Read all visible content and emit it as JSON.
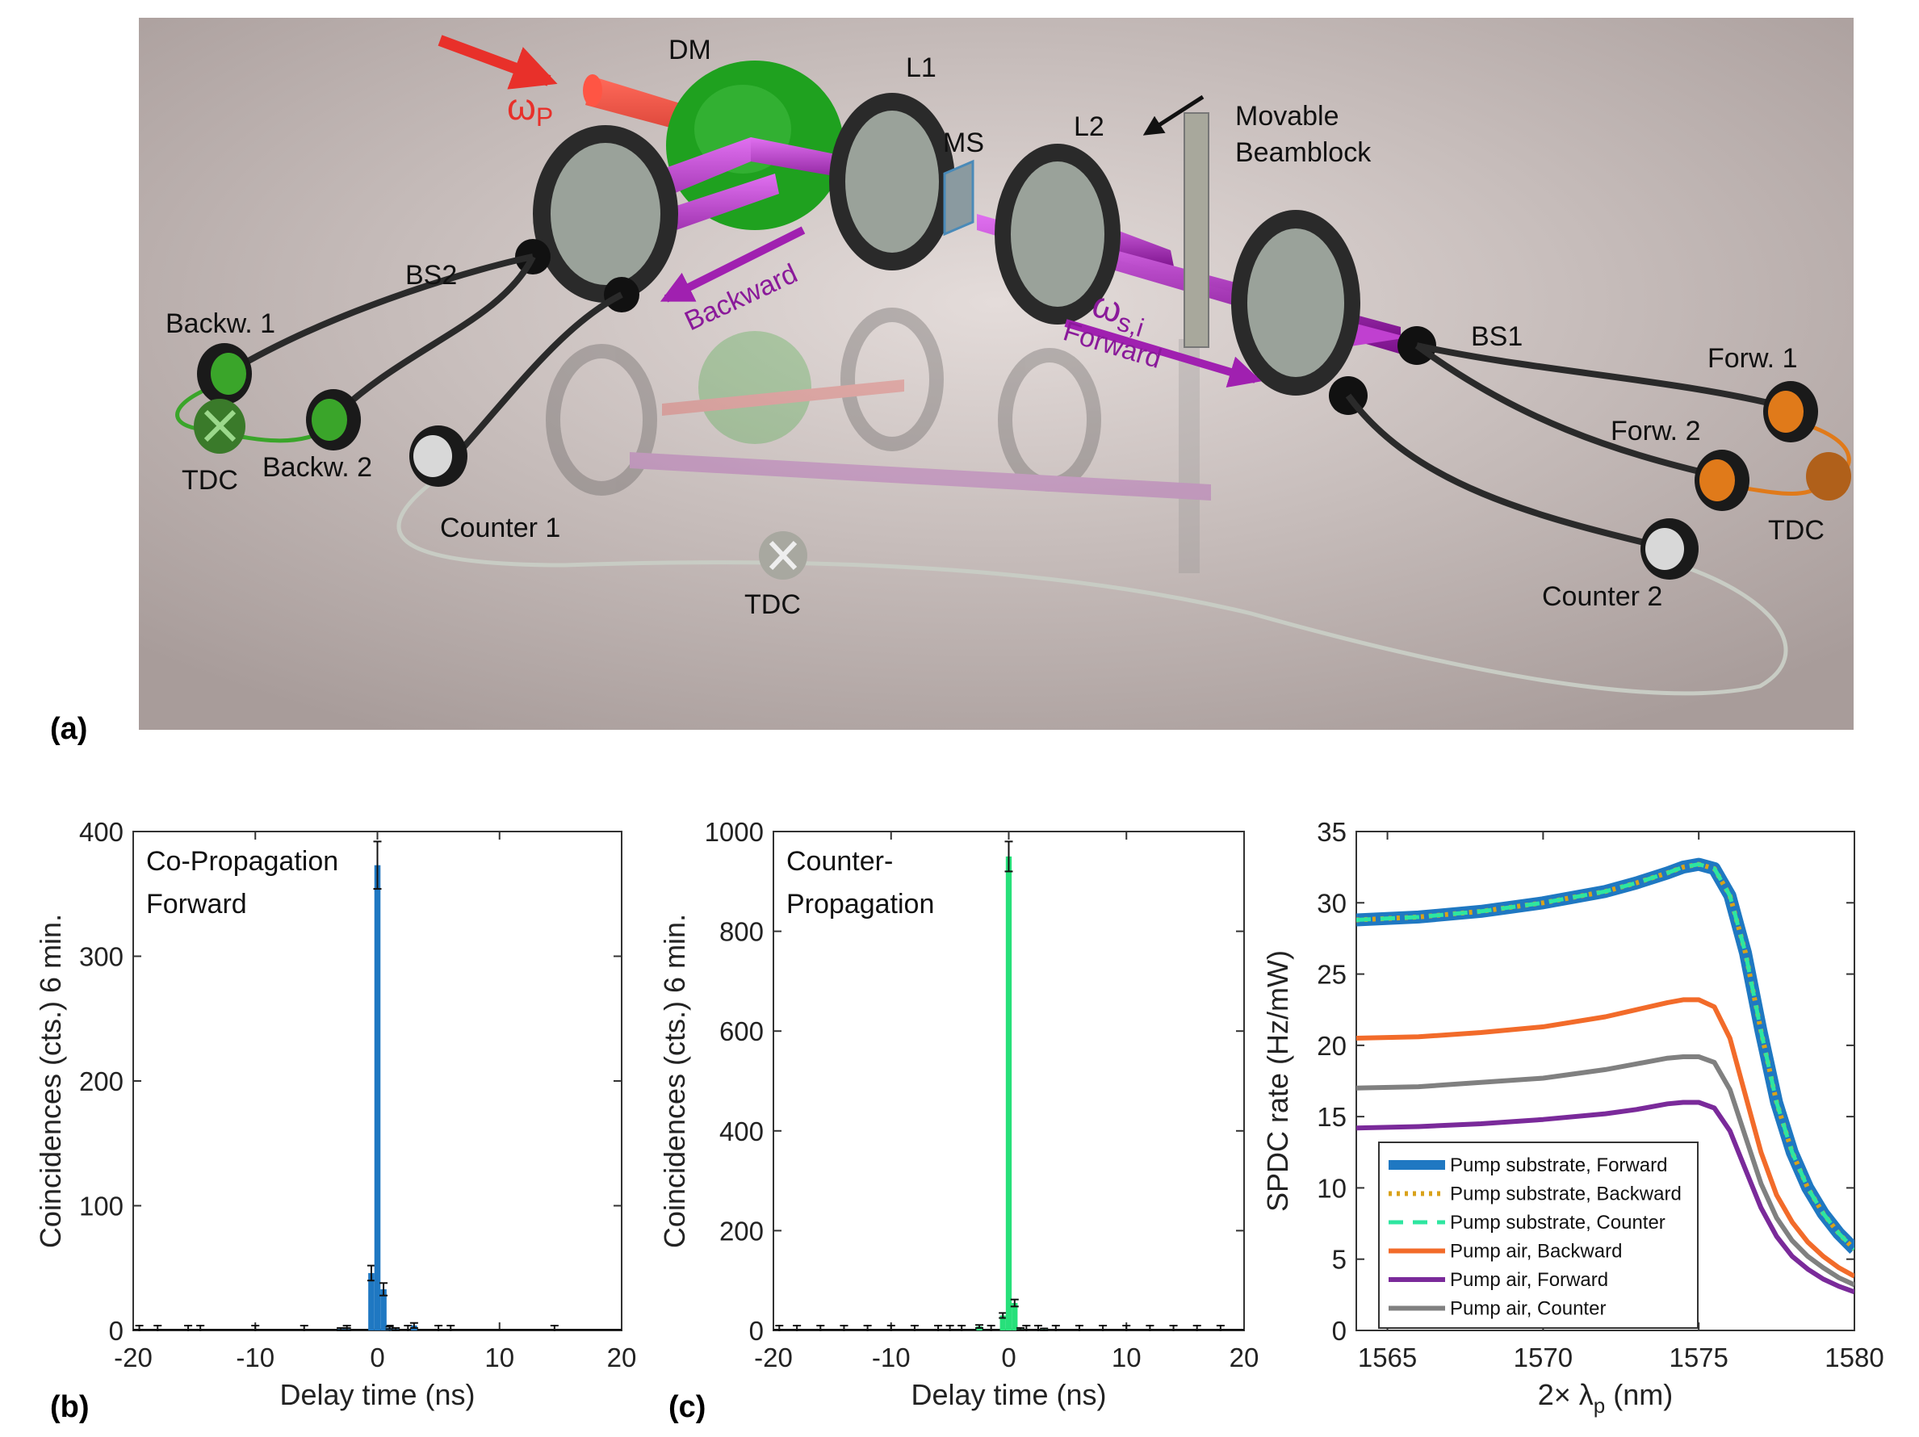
{
  "panel_a": {
    "letter": "(a)",
    "labels": {
      "dm": "DM",
      "l1": "L1",
      "l2": "L2",
      "ms": "MS",
      "movable": "Movable",
      "beamblock": "Beamblock",
      "bs1": "BS1",
      "bs2": "BS2",
      "backw1": "Backw. 1",
      "backw2": "Backw. 2",
      "forw1": "Forw. 1",
      "forw2": "Forw. 2",
      "counter1": "Counter 1",
      "counter2": "Counter 2",
      "tdc_left": "TDC",
      "tdc_right": "TDC",
      "tdc_mid": "TDC",
      "backward": "Backward",
      "forward": "Forward",
      "omega_p": "ω",
      "omega_p_sub": "P",
      "omega_si": "ω",
      "omega_si_sub": "s,i"
    },
    "colors": {
      "pump": "#e8302a",
      "photon": "#a020b0",
      "dm": "#1fa11f",
      "mount": "#1a1a1a",
      "green_det": "#3aa52a",
      "orange_det": "#e07a1a",
      "bg": "#c9bfbd"
    }
  },
  "panel_b": {
    "letter": "(b)"
  },
  "panel_c": {
    "letter": "(c)"
  },
  "chart_data": [
    {
      "type": "bar",
      "annotation": [
        "Co-Propagation",
        "Forward"
      ],
      "xlabel": "Delay time (ns)",
      "ylabel": "Coincidences (cts.) 6 min.",
      "xlim": [
        -20,
        20
      ],
      "ylim": [
        0,
        400
      ],
      "xticks": [
        -20,
        -10,
        0,
        10,
        20
      ],
      "yticks": [
        0,
        100,
        200,
        300,
        400
      ],
      "xtick_labels": [
        "-20",
        "-10",
        "0",
        "10",
        "20"
      ],
      "ytick_labels": [
        "0",
        "100",
        "200",
        "300",
        "400"
      ],
      "color": "#1f78c2",
      "bin_width": 0.5,
      "x": [
        -0.5,
        0,
        0.5,
        1,
        3,
        1.5,
        -3,
        -2.5
      ],
      "values": [
        46,
        373,
        33,
        2,
        4,
        1,
        1,
        1
      ],
      "errors": [
        6,
        19,
        5,
        1,
        2,
        1,
        1,
        1
      ],
      "baseline_points": [
        -19.5,
        -18,
        -15.5,
        -14.5,
        -10,
        -6,
        -2.5,
        1,
        2.5,
        5,
        6,
        14.5
      ]
    },
    {
      "type": "bar",
      "annotation": [
        "Counter-",
        "Propagation"
      ],
      "xlabel": "Delay time (ns)",
      "ylabel": "Coincidences (cts.) 6 min.",
      "xlim": [
        -20,
        20
      ],
      "ylim": [
        0,
        1000
      ],
      "xticks": [
        -20,
        -10,
        0,
        10,
        20
      ],
      "yticks": [
        0,
        200,
        400,
        600,
        800,
        1000
      ],
      "xtick_labels": [
        "-20",
        "-10",
        "0",
        "10",
        "20"
      ],
      "ytick_labels": [
        "0",
        "200",
        "400",
        "600",
        "800",
        "1000"
      ],
      "color": "#27e07a",
      "bin_width": 0.5,
      "x": [
        -2.5,
        -0.5,
        0,
        0.5,
        1,
        3
      ],
      "values": [
        8,
        30,
        950,
        55,
        3,
        2
      ],
      "errors": [
        3,
        5,
        30,
        7,
        2,
        2
      ],
      "baseline_points": [
        -19.5,
        -18,
        -16,
        -14,
        -12,
        -10,
        -8,
        -6,
        -5,
        -4,
        -1.5,
        1.5,
        2.5,
        4,
        6,
        8,
        10,
        12,
        14,
        16,
        18
      ]
    },
    {
      "type": "line",
      "xlabel": "2× λ",
      "xlabel_sub": "p",
      "xlabel_unit": " (nm)",
      "ylabel": "SPDC rate (Hz/mW)",
      "xlim": [
        1564,
        1580
      ],
      "ylim": [
        0,
        35
      ],
      "xticks": [
        1565,
        1570,
        1575,
        1580
      ],
      "yticks": [
        0,
        5,
        10,
        15,
        20,
        25,
        30,
        35
      ],
      "xtick_labels": [
        "1565",
        "1570",
        "1575",
        "1580"
      ],
      "ytick_labels": [
        "0",
        "5",
        "10",
        "15",
        "20",
        "25",
        "30",
        "35"
      ],
      "x": [
        1564,
        1566,
        1568,
        1570,
        1572,
        1573,
        1574,
        1574.5,
        1575,
        1575.5,
        1576,
        1576.5,
        1577,
        1577.5,
        1578,
        1578.5,
        1579,
        1579.5,
        1580
      ],
      "series": [
        {
          "name": "Pump substrate, Forward",
          "color": "#1f78c2",
          "style": "thick",
          "values": [
            28.8,
            29.0,
            29.4,
            30.0,
            30.8,
            31.4,
            32.1,
            32.5,
            32.7,
            32.4,
            30.5,
            26.5,
            21.0,
            16.0,
            12.5,
            10.0,
            8.2,
            6.8,
            5.7
          ]
        },
        {
          "name": "Pump substrate, Backward",
          "color": "#d9a21a",
          "style": "dotted",
          "values": [
            28.8,
            29.0,
            29.4,
            30.0,
            30.8,
            31.4,
            32.1,
            32.5,
            32.7,
            32.4,
            30.5,
            26.5,
            21.0,
            16.0,
            12.5,
            10.0,
            8.2,
            6.8,
            5.7
          ]
        },
        {
          "name": "Pump substrate, Counter",
          "color": "#2ee6a0",
          "style": "dashed",
          "values": [
            28.8,
            29.0,
            29.4,
            30.0,
            30.8,
            31.4,
            32.1,
            32.5,
            32.7,
            32.4,
            30.5,
            26.5,
            21.0,
            16.0,
            12.5,
            10.0,
            8.2,
            6.8,
            5.7
          ]
        },
        {
          "name": "Pump air, Backward",
          "color": "#f26b2a",
          "style": "solid",
          "values": [
            20.5,
            20.6,
            20.9,
            21.3,
            22.0,
            22.5,
            23.0,
            23.2,
            23.2,
            22.7,
            20.5,
            16.5,
            12.5,
            9.5,
            7.6,
            6.2,
            5.2,
            4.4,
            3.8
          ]
        },
        {
          "name": "Pump air, Forward",
          "color": "#7a2a9a",
          "style": "solid",
          "values": [
            14.2,
            14.3,
            14.5,
            14.8,
            15.2,
            15.5,
            15.9,
            16.0,
            16.0,
            15.6,
            14.0,
            11.3,
            8.6,
            6.6,
            5.2,
            4.3,
            3.6,
            3.1,
            2.7
          ]
        },
        {
          "name": "Pump air, Counter",
          "color": "#808080",
          "style": "solid",
          "values": [
            17.0,
            17.1,
            17.4,
            17.7,
            18.3,
            18.7,
            19.1,
            19.2,
            19.2,
            18.8,
            16.9,
            13.6,
            10.3,
            7.9,
            6.3,
            5.2,
            4.4,
            3.7,
            3.2
          ]
        }
      ],
      "legend_position": "bottom-left"
    }
  ]
}
